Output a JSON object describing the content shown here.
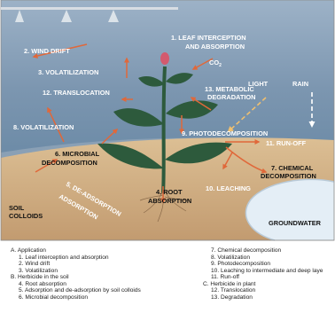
{
  "labels": {
    "leaf_interception_line1": "1. LEAF INTERCEPTION",
    "leaf_interception_line2": "AND ABSORPTION",
    "co2": "CO",
    "co2_sub": "2",
    "wind_drift": "2. WIND DRIFT",
    "volatilization_top": "3. VOLATILIZATION",
    "translocation": "12. TRANSLOCATION",
    "metabolic_line1": "13. METABOLIC",
    "metabolic_line2": "DEGRADATION",
    "light": "LIGHT",
    "rain": "RAIN",
    "volatilization_mid": "8. VOLATILIZATION",
    "photodecomposition": "9. PHOTODECOMPOSITION",
    "run_off": "11. RUN-OFF",
    "microbial_line1": "6. MICROBIAL",
    "microbial_line2": "DECOMPOSITION",
    "chemical_line1": "7. CHEMICAL",
    "chemical_line2": "DECOMPOSITION",
    "root_line1": "4. ROOT",
    "root_line2": "ABSORPTION",
    "leaching": "10. LEACHING",
    "de_adsorption": "5. DE-ADSORPTION",
    "adsorption": "ADSORPTION",
    "soil_line1": "SOIL",
    "soil_line2": "COLLOIDS",
    "groundwater": "GROUNDWATER"
  },
  "legend": {
    "left": [
      {
        "text": "A. Application",
        "indent": false
      },
      {
        "text": "1. Leaf interception and absorption",
        "indent": true
      },
      {
        "text": "2. Wind drift",
        "indent": true
      },
      {
        "text": "3. Volatilization",
        "indent": true
      },
      {
        "text": "B. Herbicide in the soil",
        "indent": false
      },
      {
        "text": "4. Root absorption",
        "indent": true
      },
      {
        "text": "5. Adsorption and de-adsorption by soil colloids",
        "indent": true
      },
      {
        "text": "6. Microbial decomposition",
        "indent": true
      }
    ],
    "right": [
      {
        "text": "7. Chemical decomposition",
        "indent": true
      },
      {
        "text": "8. Volatilization",
        "indent": true
      },
      {
        "text": "9. Photodecomposition",
        "indent": true
      },
      {
        "text": "10. Leaching to intermediate and deep laye",
        "indent": true
      },
      {
        "text": "11. Run-off",
        "indent": true
      },
      {
        "text": "C. Herbicide in plant",
        "indent": false
      },
      {
        "text": "12. Translocation",
        "indent": true
      },
      {
        "text": "13. Degradation",
        "indent": true
      }
    ]
  },
  "colors": {
    "sky": "#7d97b1",
    "soil": "#caa77f",
    "groundwater": "#e4eef6",
    "plant": "#2d5a3c",
    "arrow": "#e0683a",
    "light_arrow": "#f0c070"
  }
}
